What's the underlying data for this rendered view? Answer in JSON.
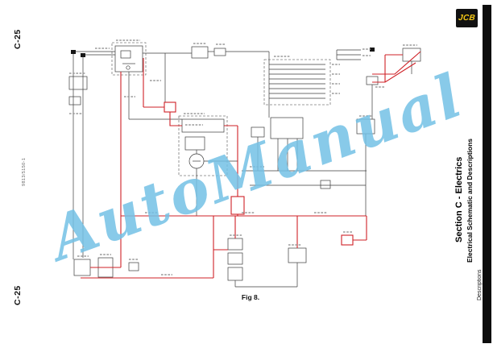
{
  "page": {
    "code_top": "C-25",
    "code_bottom": "C-25",
    "part_number": "9813/5150-1",
    "figure_label": "Fig 8."
  },
  "sidebar": {
    "logo_text": "JCB",
    "section_title": "Section C - Electrics",
    "subtitle": "Electrical Schematic and Descriptions",
    "descriptions_label": "Descriptions"
  },
  "watermark": {
    "text": "AutoManual",
    "color": "#74c1e6"
  },
  "schematic": {
    "wire_color": "#3c3c3c",
    "highlight_wire_color": "#cf2127"
  }
}
